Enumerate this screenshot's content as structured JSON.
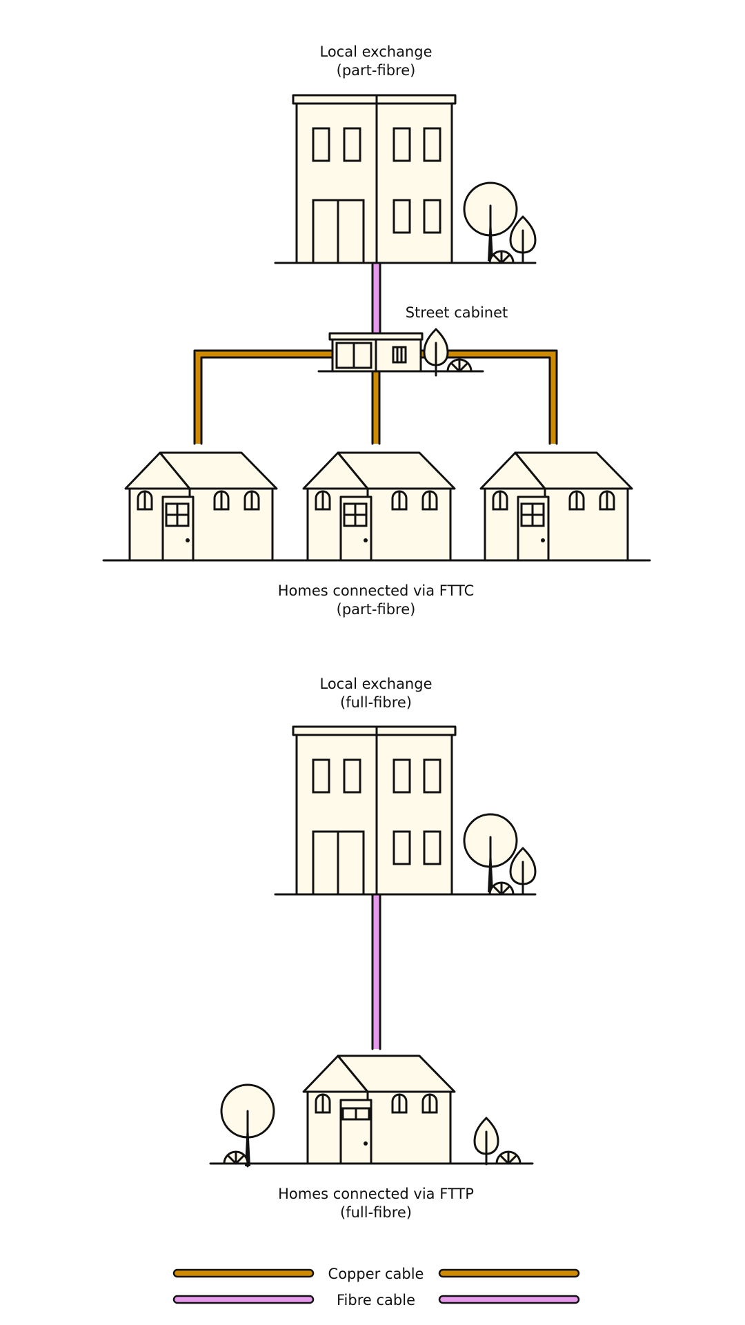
{
  "colors": {
    "copper": "#D08A00",
    "fibre": "#E59AEC",
    "building_fill": "#FFFAEA",
    "outline": "#111111"
  },
  "fttc": {
    "exchange_label_1": "Local exchange",
    "exchange_label_2": "(part-fibre)",
    "cabinet_label": "Street cabinet",
    "homes_label_1": "Homes connected via FTTC",
    "homes_label_2": "(part-fibre)"
  },
  "fttp": {
    "exchange_label_1": "Local exchange",
    "exchange_label_2": "(full-fibre)",
    "homes_label_1": "Homes connected via FTTP",
    "homes_label_2": "(full-fibre)"
  },
  "legend": {
    "copper_label": "Copper cable",
    "fibre_label": "Fibre cable"
  }
}
